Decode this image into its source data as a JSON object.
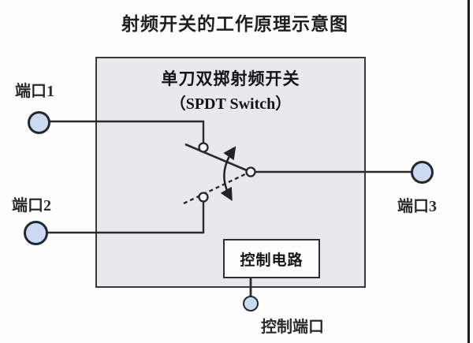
{
  "title": "射频开关的工作原理示意图",
  "switch_box": {
    "title_cn": "单刀双掷射频开关",
    "title_en": "（SPDT Switch）"
  },
  "control_box": {
    "label": "控制电路"
  },
  "ports": {
    "port1": {
      "label": "端口1"
    },
    "port2": {
      "label": "端口2"
    },
    "port3": {
      "label": "端口3"
    },
    "control": {
      "label": "控制端口"
    }
  },
  "switch_state": {
    "solid_path_connects": "端口1 ↔ 端口3",
    "dashed_path_connects": "端口2 ↔ 端口3"
  },
  "colors": {
    "background": "#fefefe",
    "switch_box_fill": "#e9e9eb",
    "port_circle_fill": "#ccd9f1",
    "wire": "#2b2b2e",
    "text": "#1b1b1d"
  }
}
